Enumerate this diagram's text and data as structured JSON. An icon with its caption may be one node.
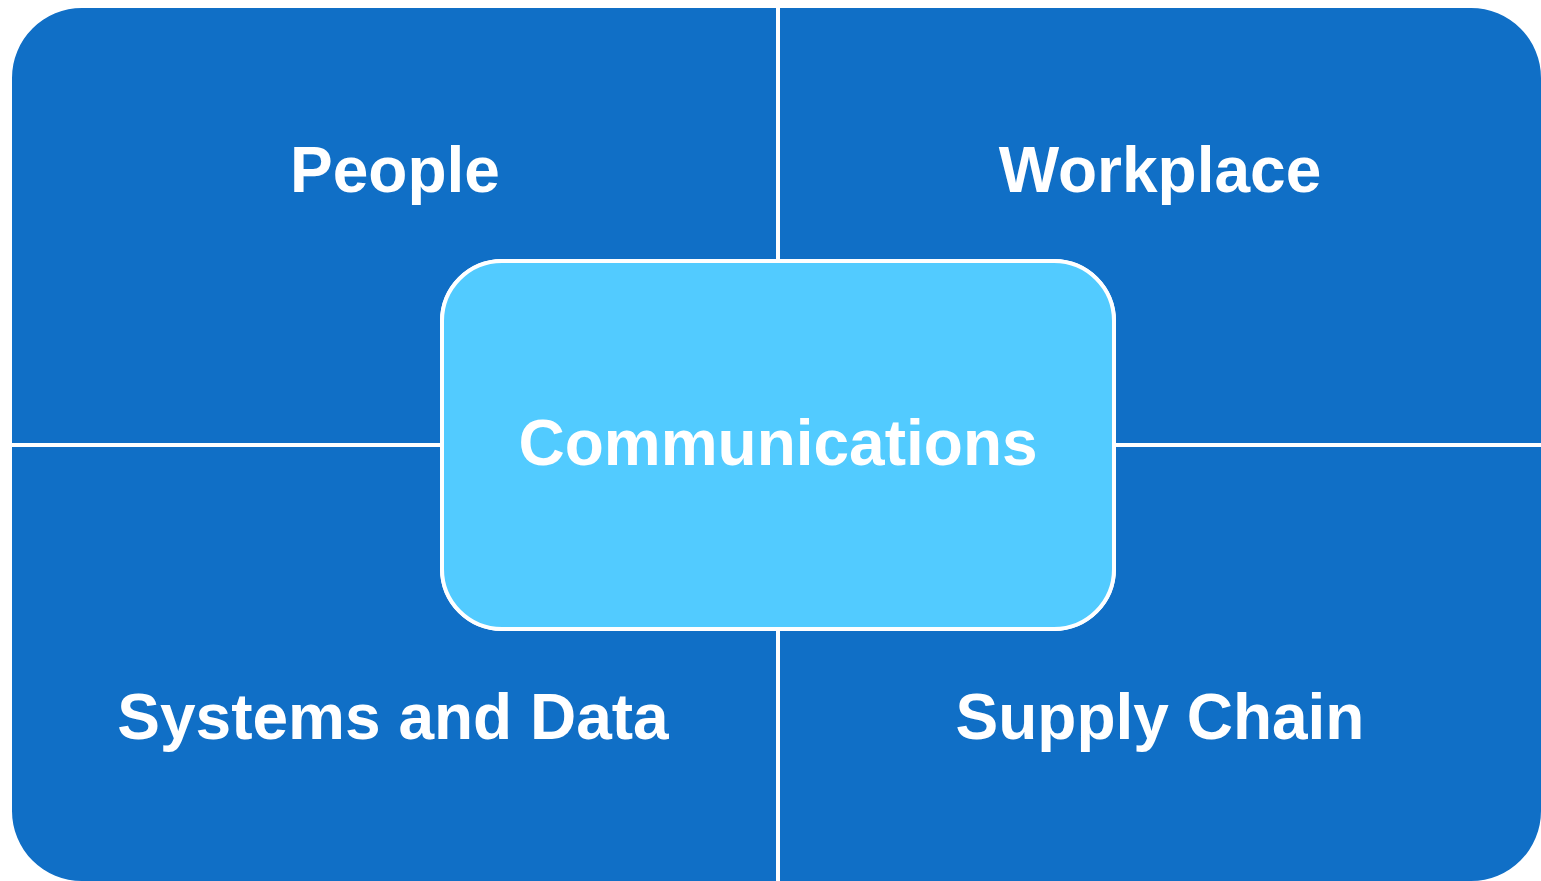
{
  "diagram": {
    "nodes": [
      {
        "text": [
          "People"
        ]
      },
      {
        "text": [
          "Workplace"
        ]
      },
      {
        "text": [
          "Communications"
        ]
      },
      {
        "text": [
          "Systems and Data"
        ]
      },
      {
        "text": [
          "Supply Chain"
        ]
      }
    ]
  }
}
